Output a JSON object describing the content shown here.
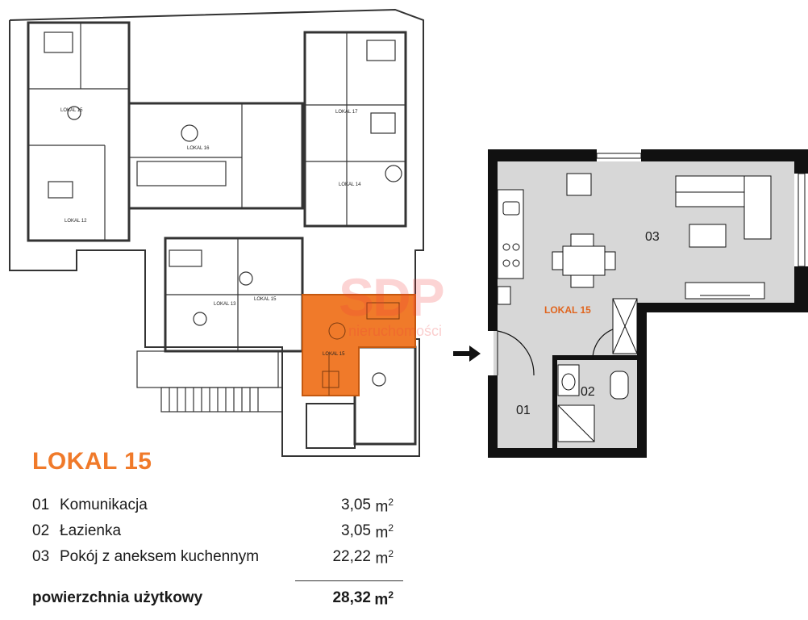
{
  "unit_plan": {
    "label": "LOKAL 15",
    "rooms": [
      "01",
      "02",
      "03"
    ]
  },
  "overview_plan": {
    "labels": [
      "LOKAL 15",
      "LOKAL 15",
      "LOKAL 13",
      "LOKAL 12",
      "LOKAL 14",
      "LOKAL 15",
      "LOKAL 16",
      "LOKAL 17"
    ]
  },
  "watermark": {
    "logo": "SDP",
    "sub": "nieruchomości"
  },
  "colors": {
    "accent": "#f07a2a",
    "floor": "#d7d7d7",
    "wall": "#111111"
  },
  "summary": {
    "title": "LOKAL 15",
    "rows": [
      {
        "num": "01",
        "name": "Komunikacja",
        "area": "3,05",
        "unit": "m",
        "exp": "2"
      },
      {
        "num": "02",
        "name": "Łazienka",
        "area": "3,05",
        "unit": "m",
        "exp": "2"
      },
      {
        "num": "03",
        "name": "Pokój z aneksem kuchennym",
        "area": "22,22",
        "unit": "m",
        "exp": "2"
      }
    ],
    "total": {
      "name": "powierzchnia użytkowy",
      "area": "28,32",
      "unit": "m",
      "exp": "2"
    }
  },
  "arrow_icon": "arrow-right-icon"
}
